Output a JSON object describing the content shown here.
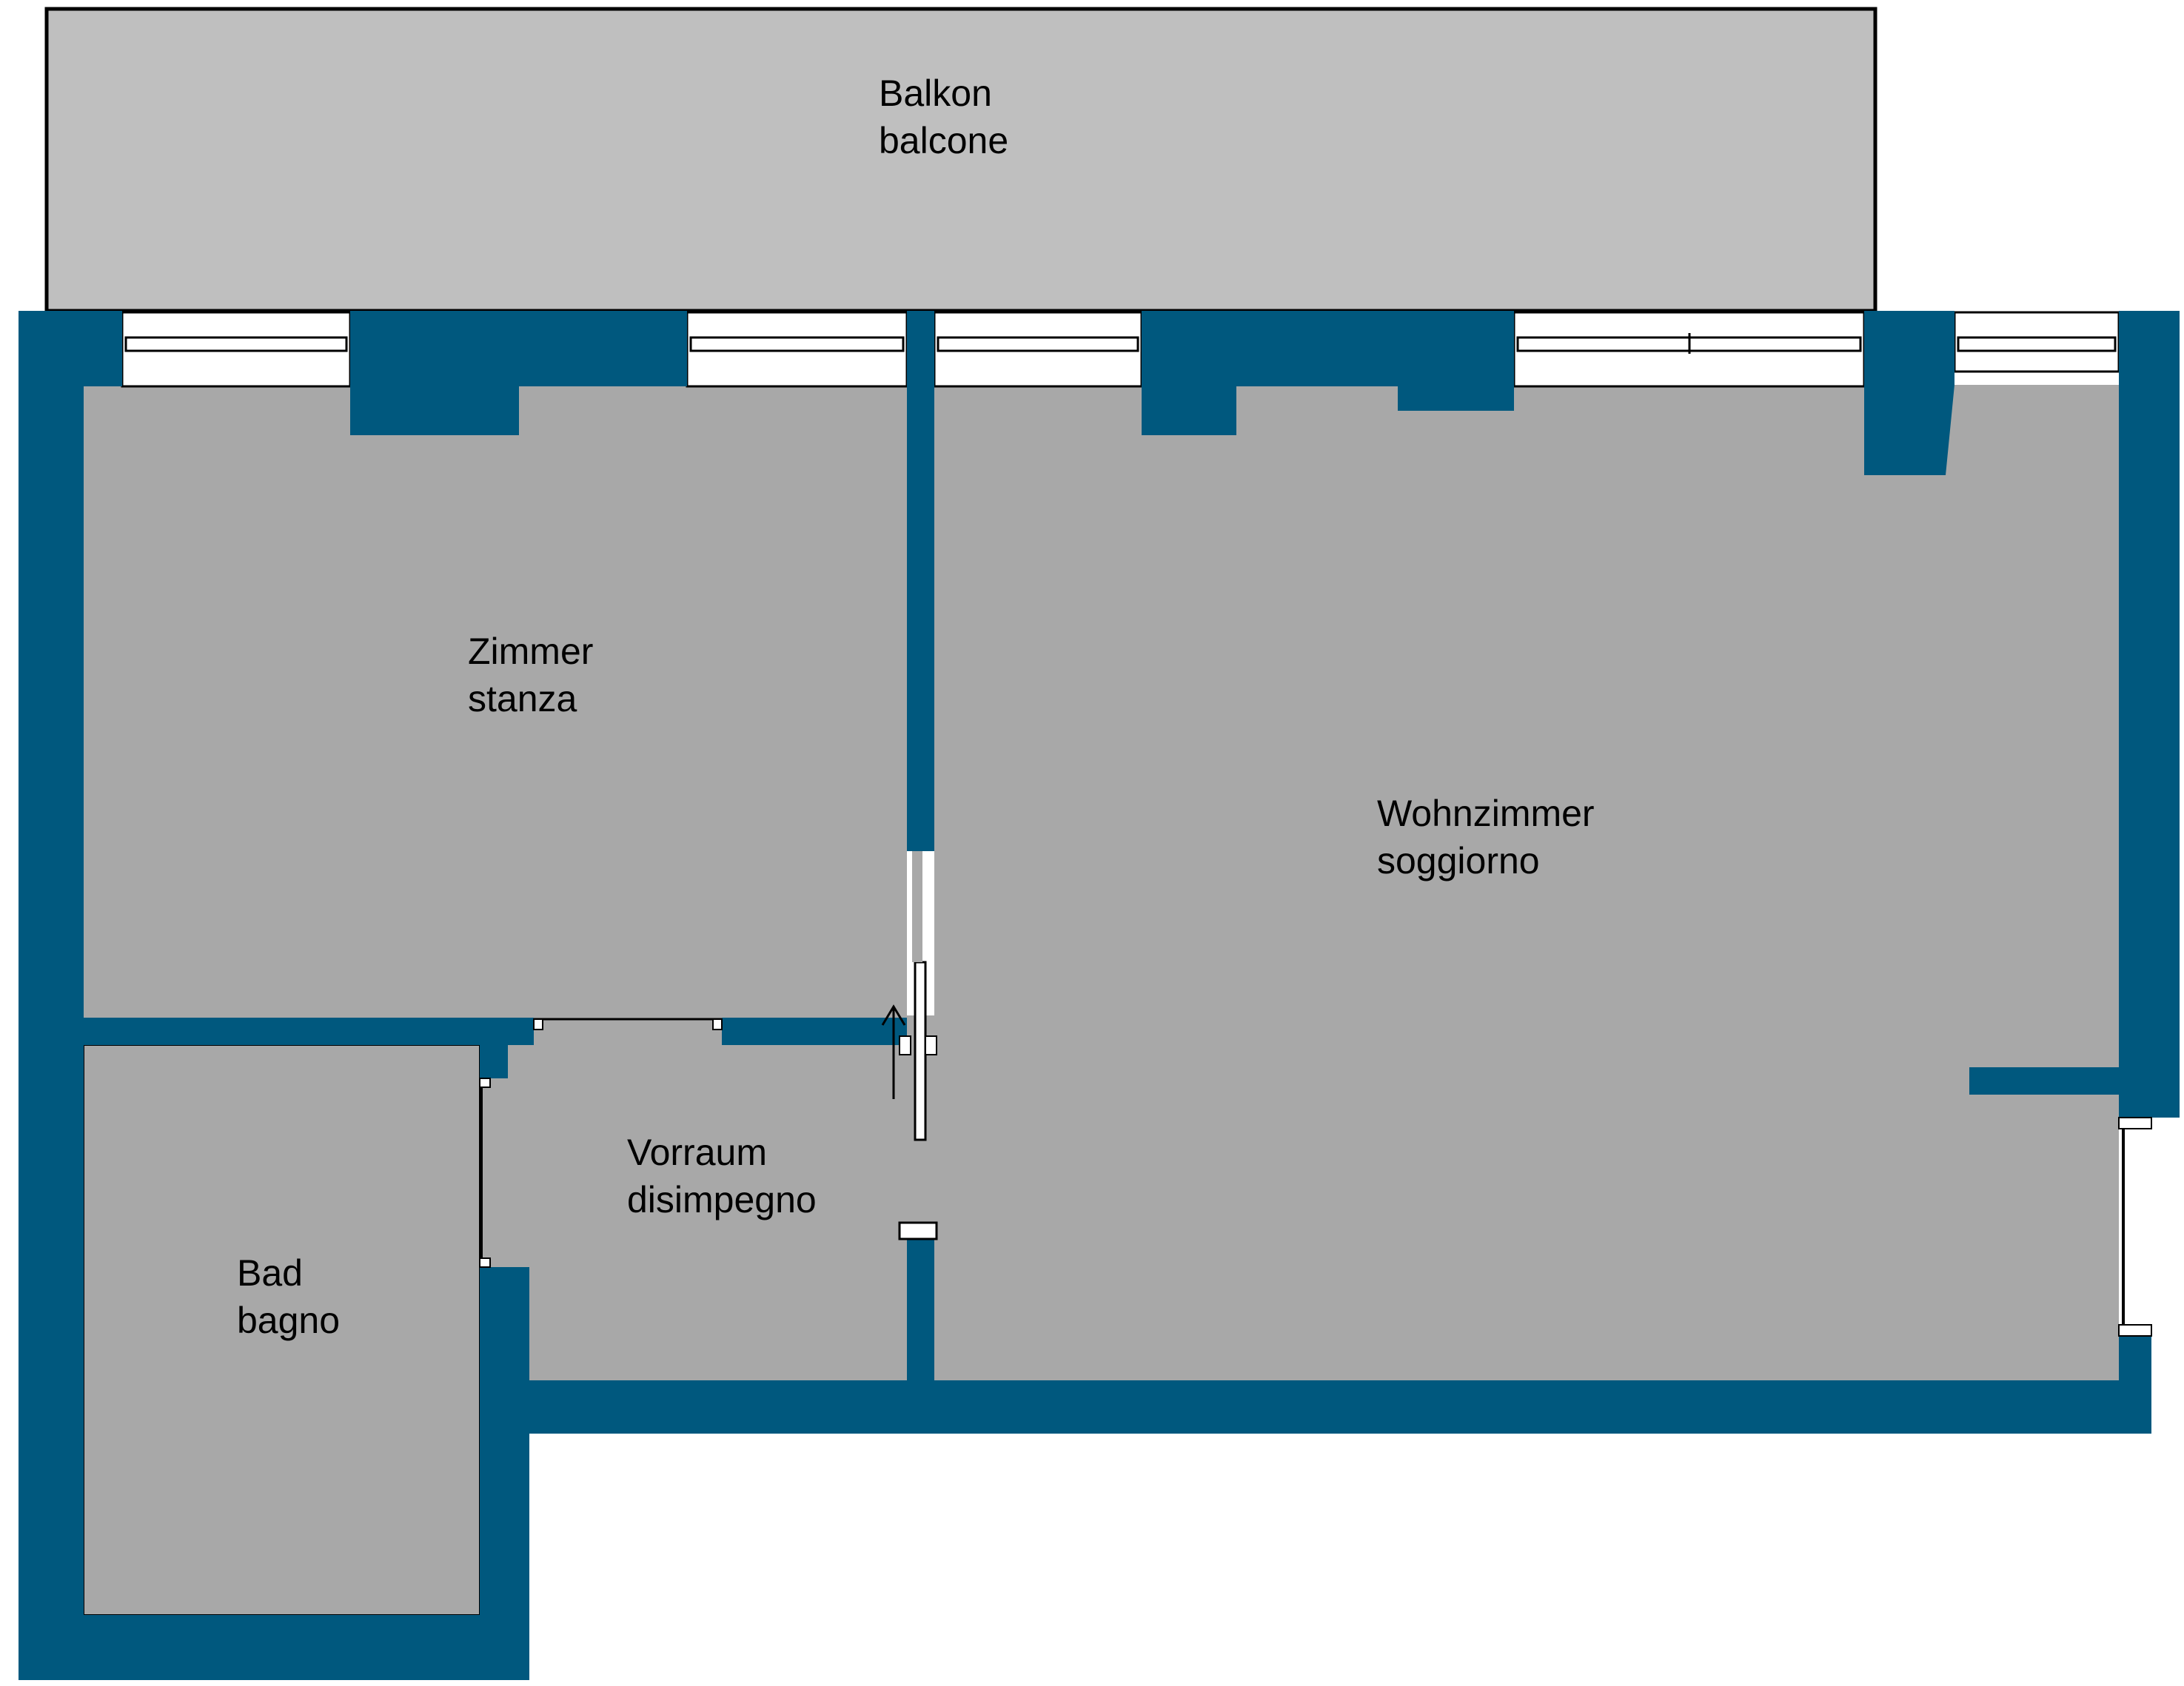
{
  "colors": {
    "wall": "#00587E",
    "floor": "#A8A8A8",
    "balcony": "#BFBFBF",
    "outline": "#000000",
    "window_fill": "#FFFFFF",
    "background": "#FFFFFF"
  },
  "rooms": [
    {
      "id": "balcony",
      "line1": "Balkon",
      "line2": "balcone"
    },
    {
      "id": "bedroom",
      "line1": "Zimmer",
      "line2": "stanza"
    },
    {
      "id": "living",
      "line1": "Wohnzimmer",
      "line2": "soggiorno"
    },
    {
      "id": "hallway",
      "line1": "Vorraum",
      "line2": "disimpegno"
    },
    {
      "id": "bathroom",
      "line1": "Bad",
      "line2": "bagno"
    }
  ]
}
